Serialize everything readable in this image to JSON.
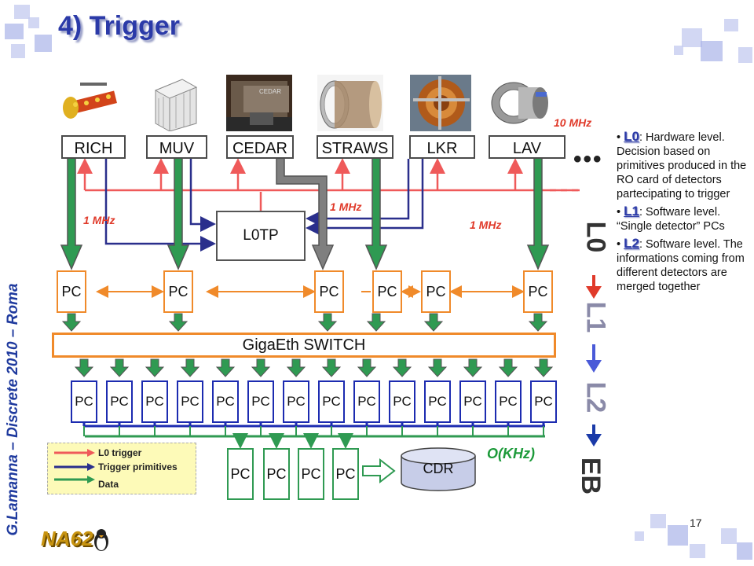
{
  "title": "4) Trigger",
  "author": "G.Lamanna – Discrete 2010 – Roma",
  "page_number": "17",
  "logo_text": "NA62",
  "detectors": [
    "RICH",
    "MUV",
    "CEDAR",
    "STRAWS",
    "LKR",
    "LAV"
  ],
  "l0tp_label": "L0TP",
  "switch_label": "GigaEth SWITCH",
  "pc_label": "PC",
  "cdr_label": "CDR",
  "rates": {
    "r10mhz": "10 MHz",
    "r1mhz_left": "1 MHz",
    "r1mhz_mid": "1 MHz",
    "r1mhz_right": "1 MHz",
    "okhz": "O(KHz)"
  },
  "levels": [
    "L0",
    "L1",
    "L2",
    "EB"
  ],
  "dots": "•••",
  "legend": {
    "l0_trigger": "L0 trigger",
    "primitives": "Trigger primitives",
    "data": "Data"
  },
  "bullets": [
    {
      "tag": "L0",
      "text": ": Hardware level. Decision based on primitives produced in the RO card of detectors partecipating to trigger"
    },
    {
      "tag": "L1",
      "text": ": Software level. “Single detector” PCs"
    },
    {
      "tag": "L2",
      "text": ": Software level. The informations coming from different detectors are merged together"
    }
  ],
  "colors": {
    "l0_trigger": "#ef5a5a",
    "primitives": "#2a2f8c",
    "data_arrow": "#2f9a52",
    "l1_pc_border": "#f08a2a",
    "l2_pc_border": "#1c2bb0",
    "eb_pc_border": "#2f9a52",
    "title": "#2b3aa8"
  }
}
